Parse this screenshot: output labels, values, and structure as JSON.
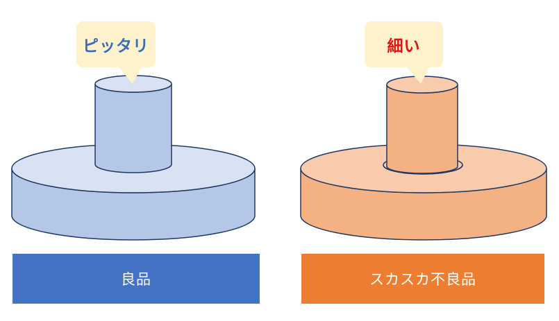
{
  "page": {
    "background": "#ffffff",
    "outline_color": "#1f3864",
    "bubble_fill": "#fdf2cc"
  },
  "figures": [
    {
      "name": "good-fit",
      "bubble": {
        "text": "ピッタリ",
        "text_color": "#3a6cb4"
      },
      "bar": {
        "label": "良品",
        "background": "#4472c4",
        "text_color": "#ffffff"
      },
      "colors": {
        "pin_side": "#b4c7e7",
        "pin_top": "#d9e2f3",
        "disc_side": "#b4c7e7",
        "disc_top": "#d9e2f3"
      }
    },
    {
      "name": "loose-defect",
      "bubble": {
        "text": "細い",
        "text_color": "#e01212"
      },
      "bar": {
        "label": "スカスカ不良品",
        "background": "#ed7d31",
        "text_color": "#ffffff"
      },
      "colors": {
        "pin_side": "#f4b183",
        "pin_top": "#f8cbad",
        "disc_side": "#f4b183",
        "disc_top": "#f8cbad",
        "hole_fill": "#f8cbad"
      }
    }
  ]
}
